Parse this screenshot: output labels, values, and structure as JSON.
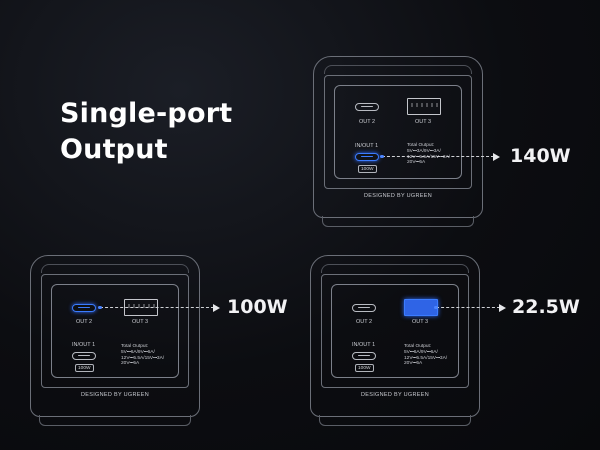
{
  "headline": {
    "line1": "Single-port",
    "line2": "Output"
  },
  "devices": [
    {
      "id": "top",
      "out2_label": "OUT 2",
      "out3_label": "OUT 3",
      "inout1_label": "IN/OUT 1",
      "badge": "100W",
      "spec": [
        "Total Output:",
        "5V⎓3A/9V⎓3A/",
        "12V⎓5.5A/15V⎓3A/",
        "20V⎓5A"
      ],
      "brand": "DESIGNED BY UGREEN",
      "active_port": "in-out-1",
      "watt": "140W"
    },
    {
      "id": "left",
      "out2_label": "OUT 2",
      "out3_label": "OUT 3",
      "inout1_label": "IN/OUT 1",
      "badge": "100W",
      "spec": [
        "Total Output:",
        "5V⎓6A/9V⎓6A/",
        "12V⎓5.5A/15V⎓3A/",
        "20V⎓5A"
      ],
      "brand": "DESIGNED BY UGREEN",
      "active_port": "out-2",
      "watt": "100W"
    },
    {
      "id": "right",
      "out2_label": "OUT 2",
      "out3_label": "OUT 3",
      "inout1_label": "IN/OUT 1",
      "badge": "100W",
      "spec": [
        "Total Output:",
        "5V⎓6A/9V⎓6A/",
        "12V⎓5.5A/15V⎓3A/",
        "20V⎓5A"
      ],
      "brand": "DESIGNED BY UGREEN",
      "active_port": "out-3",
      "watt": "22.5W"
    }
  ],
  "colors": {
    "accent": "#3b7cff",
    "outline": "#6b6f78",
    "background": "#0c0d11",
    "text": "#ffffff"
  },
  "icons": {
    "port_c": "usb-c-port-icon",
    "port_a": "usb-a-port-icon",
    "arrow": "dashed-arrow-icon"
  }
}
